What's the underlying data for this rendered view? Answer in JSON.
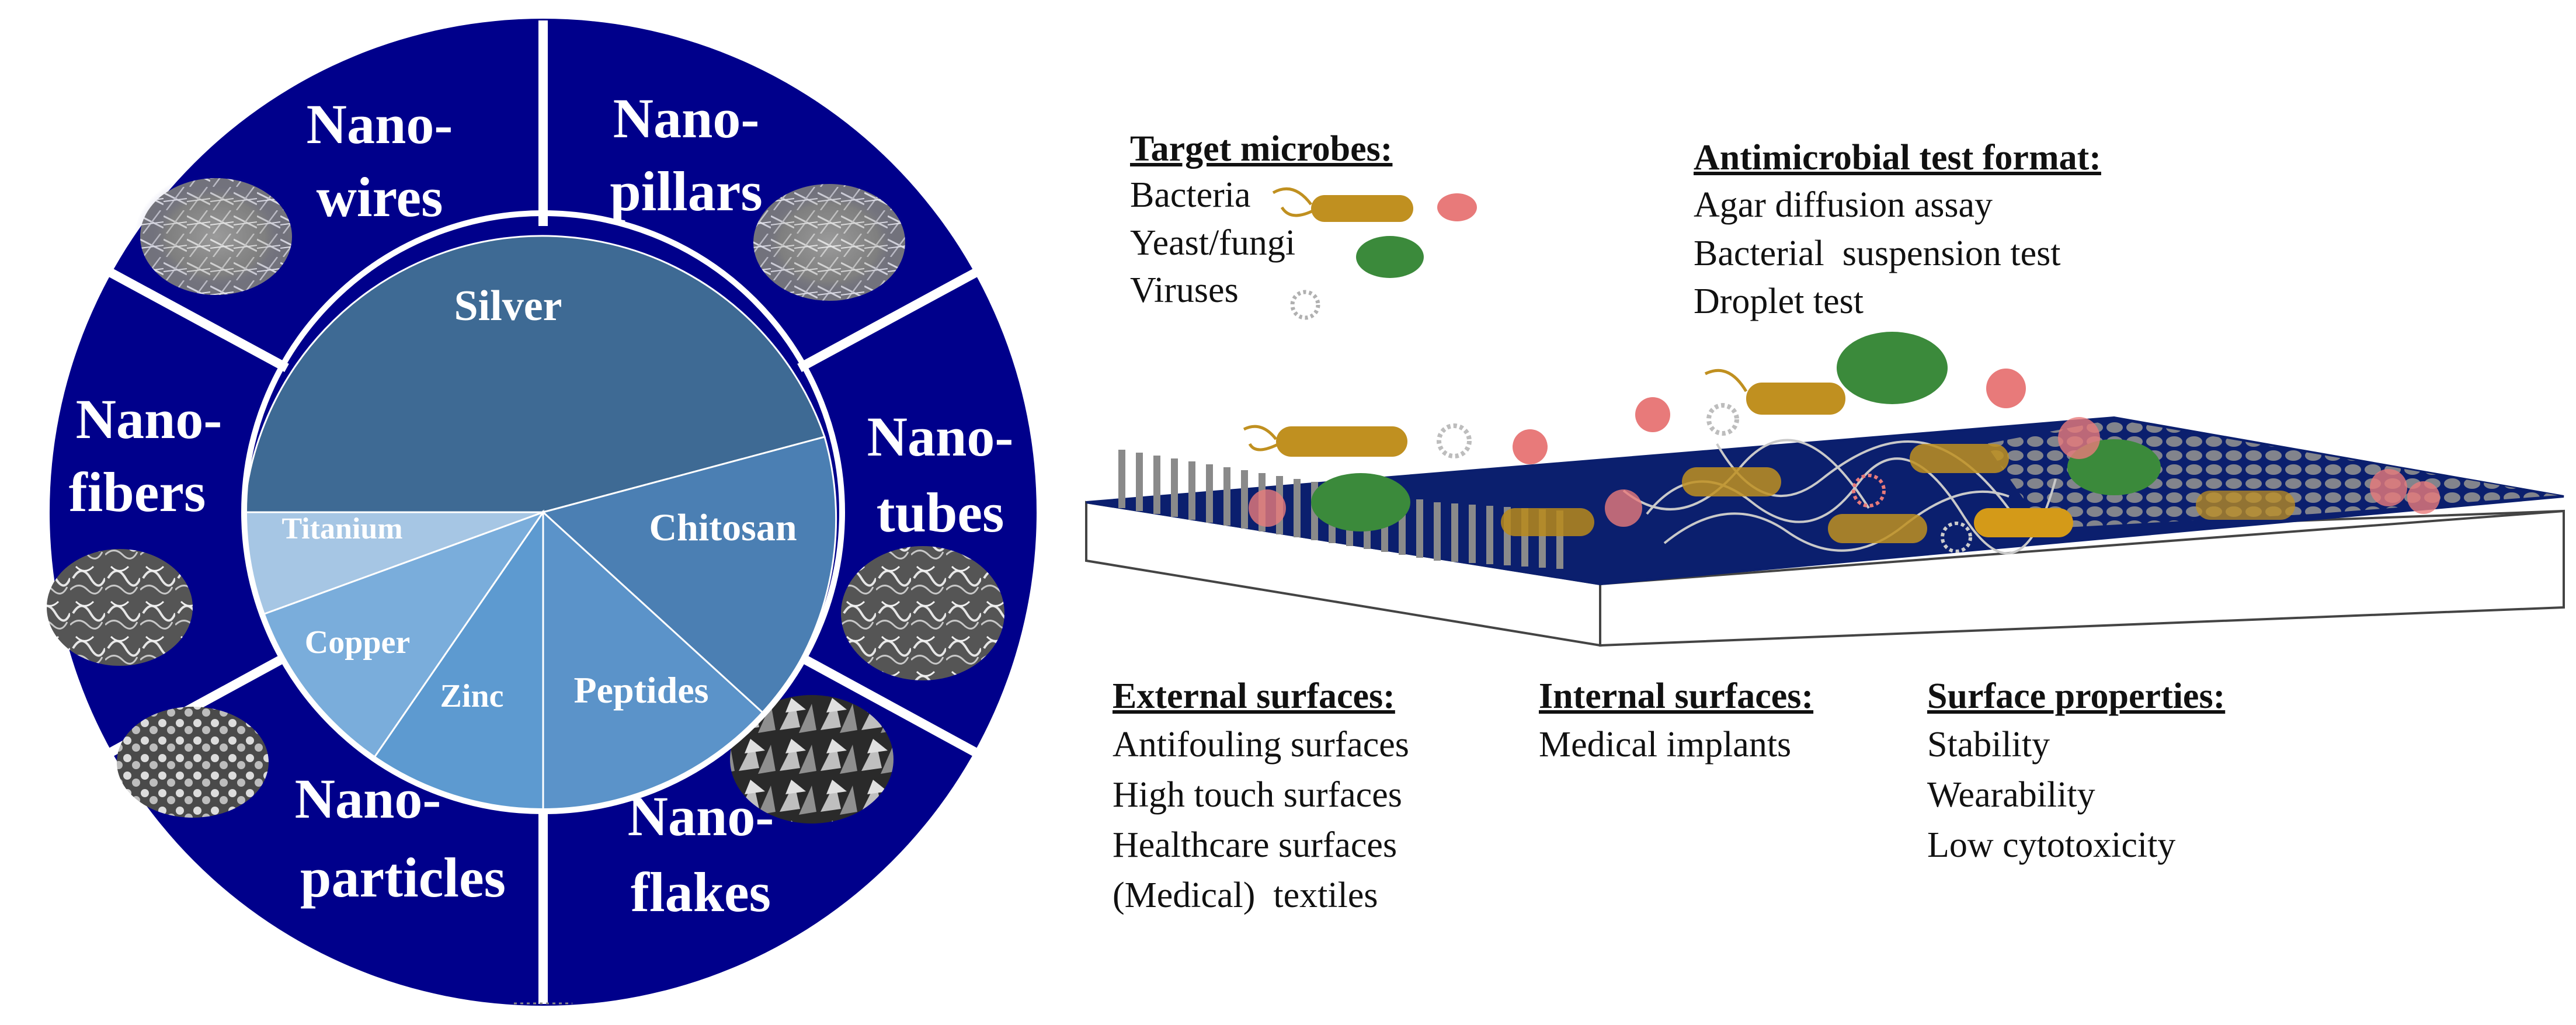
{
  "circle": {
    "outer_color": "#00008b",
    "pie_colors": {
      "silver": "#3e6a94",
      "chitosan": "#4b7fb3",
      "peptides": "#5b93c9",
      "zinc": "#5d9ad0",
      "copper": "#7aaddb",
      "titanium": "#a6c6e4"
    },
    "segments": [
      {
        "id": "wires",
        "label_line1": "Nano-",
        "label_line2": "wires"
      },
      {
        "id": "pillars",
        "label_line1": "Nano-",
        "label_line2": "pillars"
      },
      {
        "id": "tubes",
        "label_line1": "Nano-",
        "label_line2": "tubes"
      },
      {
        "id": "flakes",
        "label_line1": "Nano-",
        "label_line2": "flakes"
      },
      {
        "id": "particles",
        "label_line1": "Nano-",
        "label_line2": "particles"
      },
      {
        "id": "fibers",
        "label_line1": "Nano-",
        "label_line2": "fibers"
      }
    ],
    "materials": [
      "Silver",
      "Chitosan",
      "Peptides",
      "Zinc",
      "Copper",
      "Titanium"
    ]
  },
  "target_microbes": {
    "heading": "Target microbes:",
    "items": [
      "Bacteria",
      "Yeast/fungi",
      "Viruses"
    ]
  },
  "test_format": {
    "heading": "Antimicrobial test format:",
    "items": [
      "Agar diffusion assay",
      "Bacterial  suspension test",
      "Droplet test"
    ]
  },
  "external": {
    "heading": "External surfaces:",
    "items": [
      "Antifouling surfaces",
      "High touch surfaces",
      "Healthcare surfaces",
      "(Medical)  textiles"
    ]
  },
  "internal": {
    "heading": "Internal surfaces:",
    "items": [
      "Medical implants"
    ]
  },
  "properties": {
    "heading": "Surface properties:",
    "items": [
      "Stability",
      "Wearability",
      "Low cytotoxicity"
    ]
  }
}
